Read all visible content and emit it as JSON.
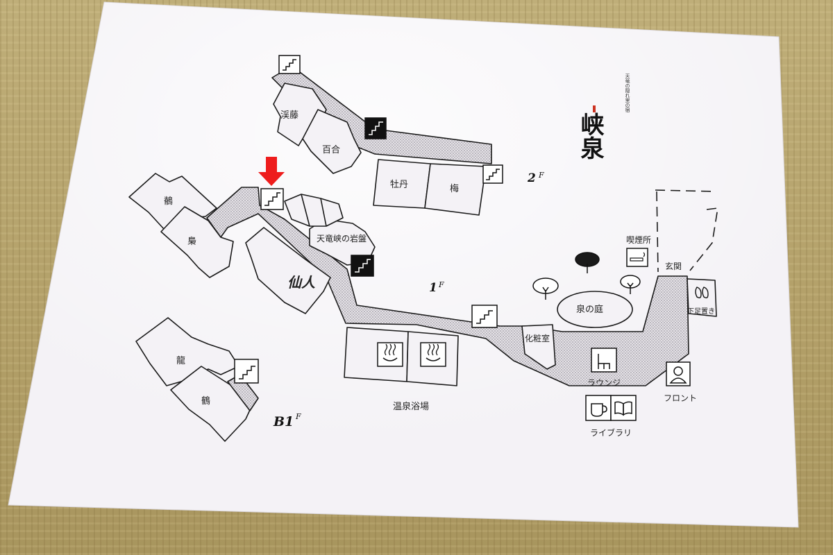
{
  "logo": {
    "text": "峡泉",
    "subtext": "天竜の隠れ里の宿"
  },
  "floors": {
    "f2": "2",
    "f1": "1",
    "b1": "B1",
    "suffix": "F"
  },
  "rooms": {
    "keiran": "渓藤",
    "yuri": "百合",
    "botan": "牡丹",
    "ume": "梅",
    "hibari": "鶺",
    "fukurou": "梟",
    "ganban": "天竜峡の岩盤",
    "sennin": "仙人",
    "ryu": "龍",
    "tsuru": "鶴"
  },
  "facilities": {
    "onsen": "温泉浴場",
    "garden": "泉の庭",
    "smoking": "喫煙所",
    "entrance": "玄関",
    "shoes": "下足置き",
    "powder": "化粧室",
    "lounge": "ラウンジ",
    "front": "フロント",
    "library": "ライブラリ"
  },
  "marker": {
    "icon": "red-down-arrow-icon",
    "color": "#ee1c1c"
  }
}
